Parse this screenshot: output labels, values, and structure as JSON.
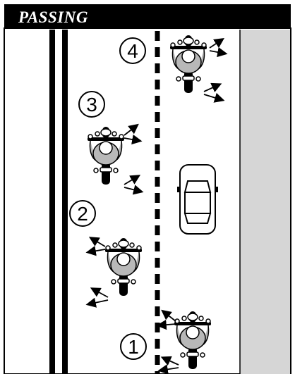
{
  "title": "PASSING",
  "step_labels": [
    "1",
    "2",
    "3",
    "4"
  ],
  "colors": {
    "title_bar": "#000000",
    "title_text": "#ffffff",
    "road": "#ffffff",
    "shoulder": "#d6d6d6",
    "line": "#000000",
    "rider": "#b8b8b8"
  }
}
